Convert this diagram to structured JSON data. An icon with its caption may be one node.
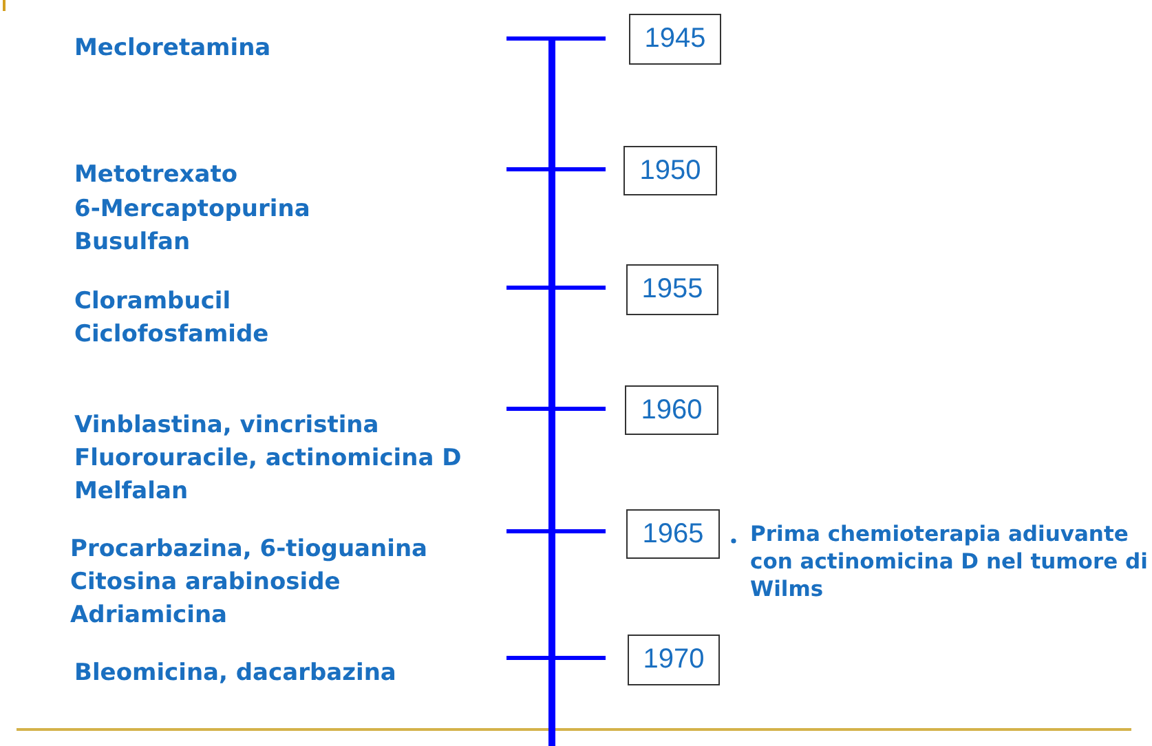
{
  "diagram": {
    "nodes": [
      {
        "text": [
          "1945"
        ]
      },
      {
        "text": [
          "1950"
        ]
      },
      {
        "text": [
          "1955"
        ]
      },
      {
        "text": [
          "1960"
        ]
      },
      {
        "text": [
          "1965"
        ]
      },
      {
        "text": [
          "1970"
        ]
      }
    ],
    "labels": [
      "Mecloretamina",
      "Metotrexato",
      "6-Mercaptopurina",
      "Busulfan",
      "Clorambucil",
      "Ciclofosfamide",
      "Vinblastina, vincristina",
      "Fluorouracile, actinomicina D",
      "Melfalan",
      "Procarbazina, 6-tioguanina",
      "Citosina arabinoside",
      "Adriamicina",
      "Bleomicina, dacarbazina",
      "Prima chemioterapia adiuvante con actinomicina D nel tumore di Wilms"
    ]
  }
}
